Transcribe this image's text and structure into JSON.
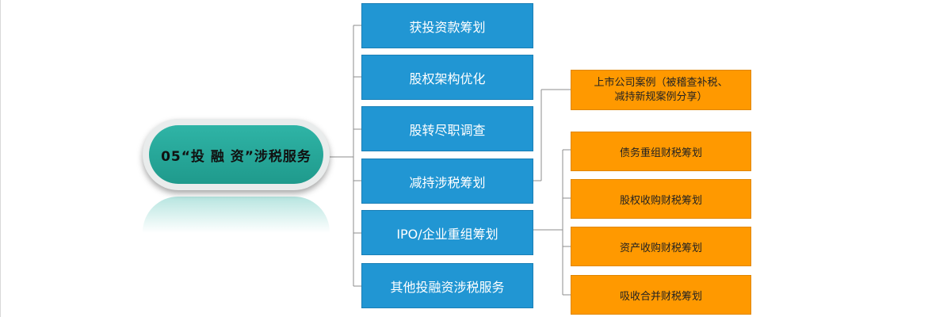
{
  "root": {
    "label": "05“投 融 资”涉税服务"
  },
  "services": [
    {
      "label": "获投资款筹划"
    },
    {
      "label": "股权架构优化"
    },
    {
      "label": "股转尽职调查"
    },
    {
      "label": "减持涉税筹划"
    },
    {
      "label": "IPO/企业重组筹划"
    },
    {
      "label": "其他投融资涉税服务"
    }
  ],
  "reduction_case": {
    "line1": "上市公司案例（被稽查补税、",
    "line2": "减持新规案例分享）"
  },
  "ipo_items": [
    {
      "label": "债务重组财税筹划"
    },
    {
      "label": "股权收购财税筹划"
    },
    {
      "label": "资产收购财税筹划"
    },
    {
      "label": "吸收合并财税筹划"
    }
  ],
  "colors": {
    "root": "#22a394",
    "service_box": "#2196d3",
    "detail_box": "#ff9900",
    "connector": "#8c8c8c"
  }
}
